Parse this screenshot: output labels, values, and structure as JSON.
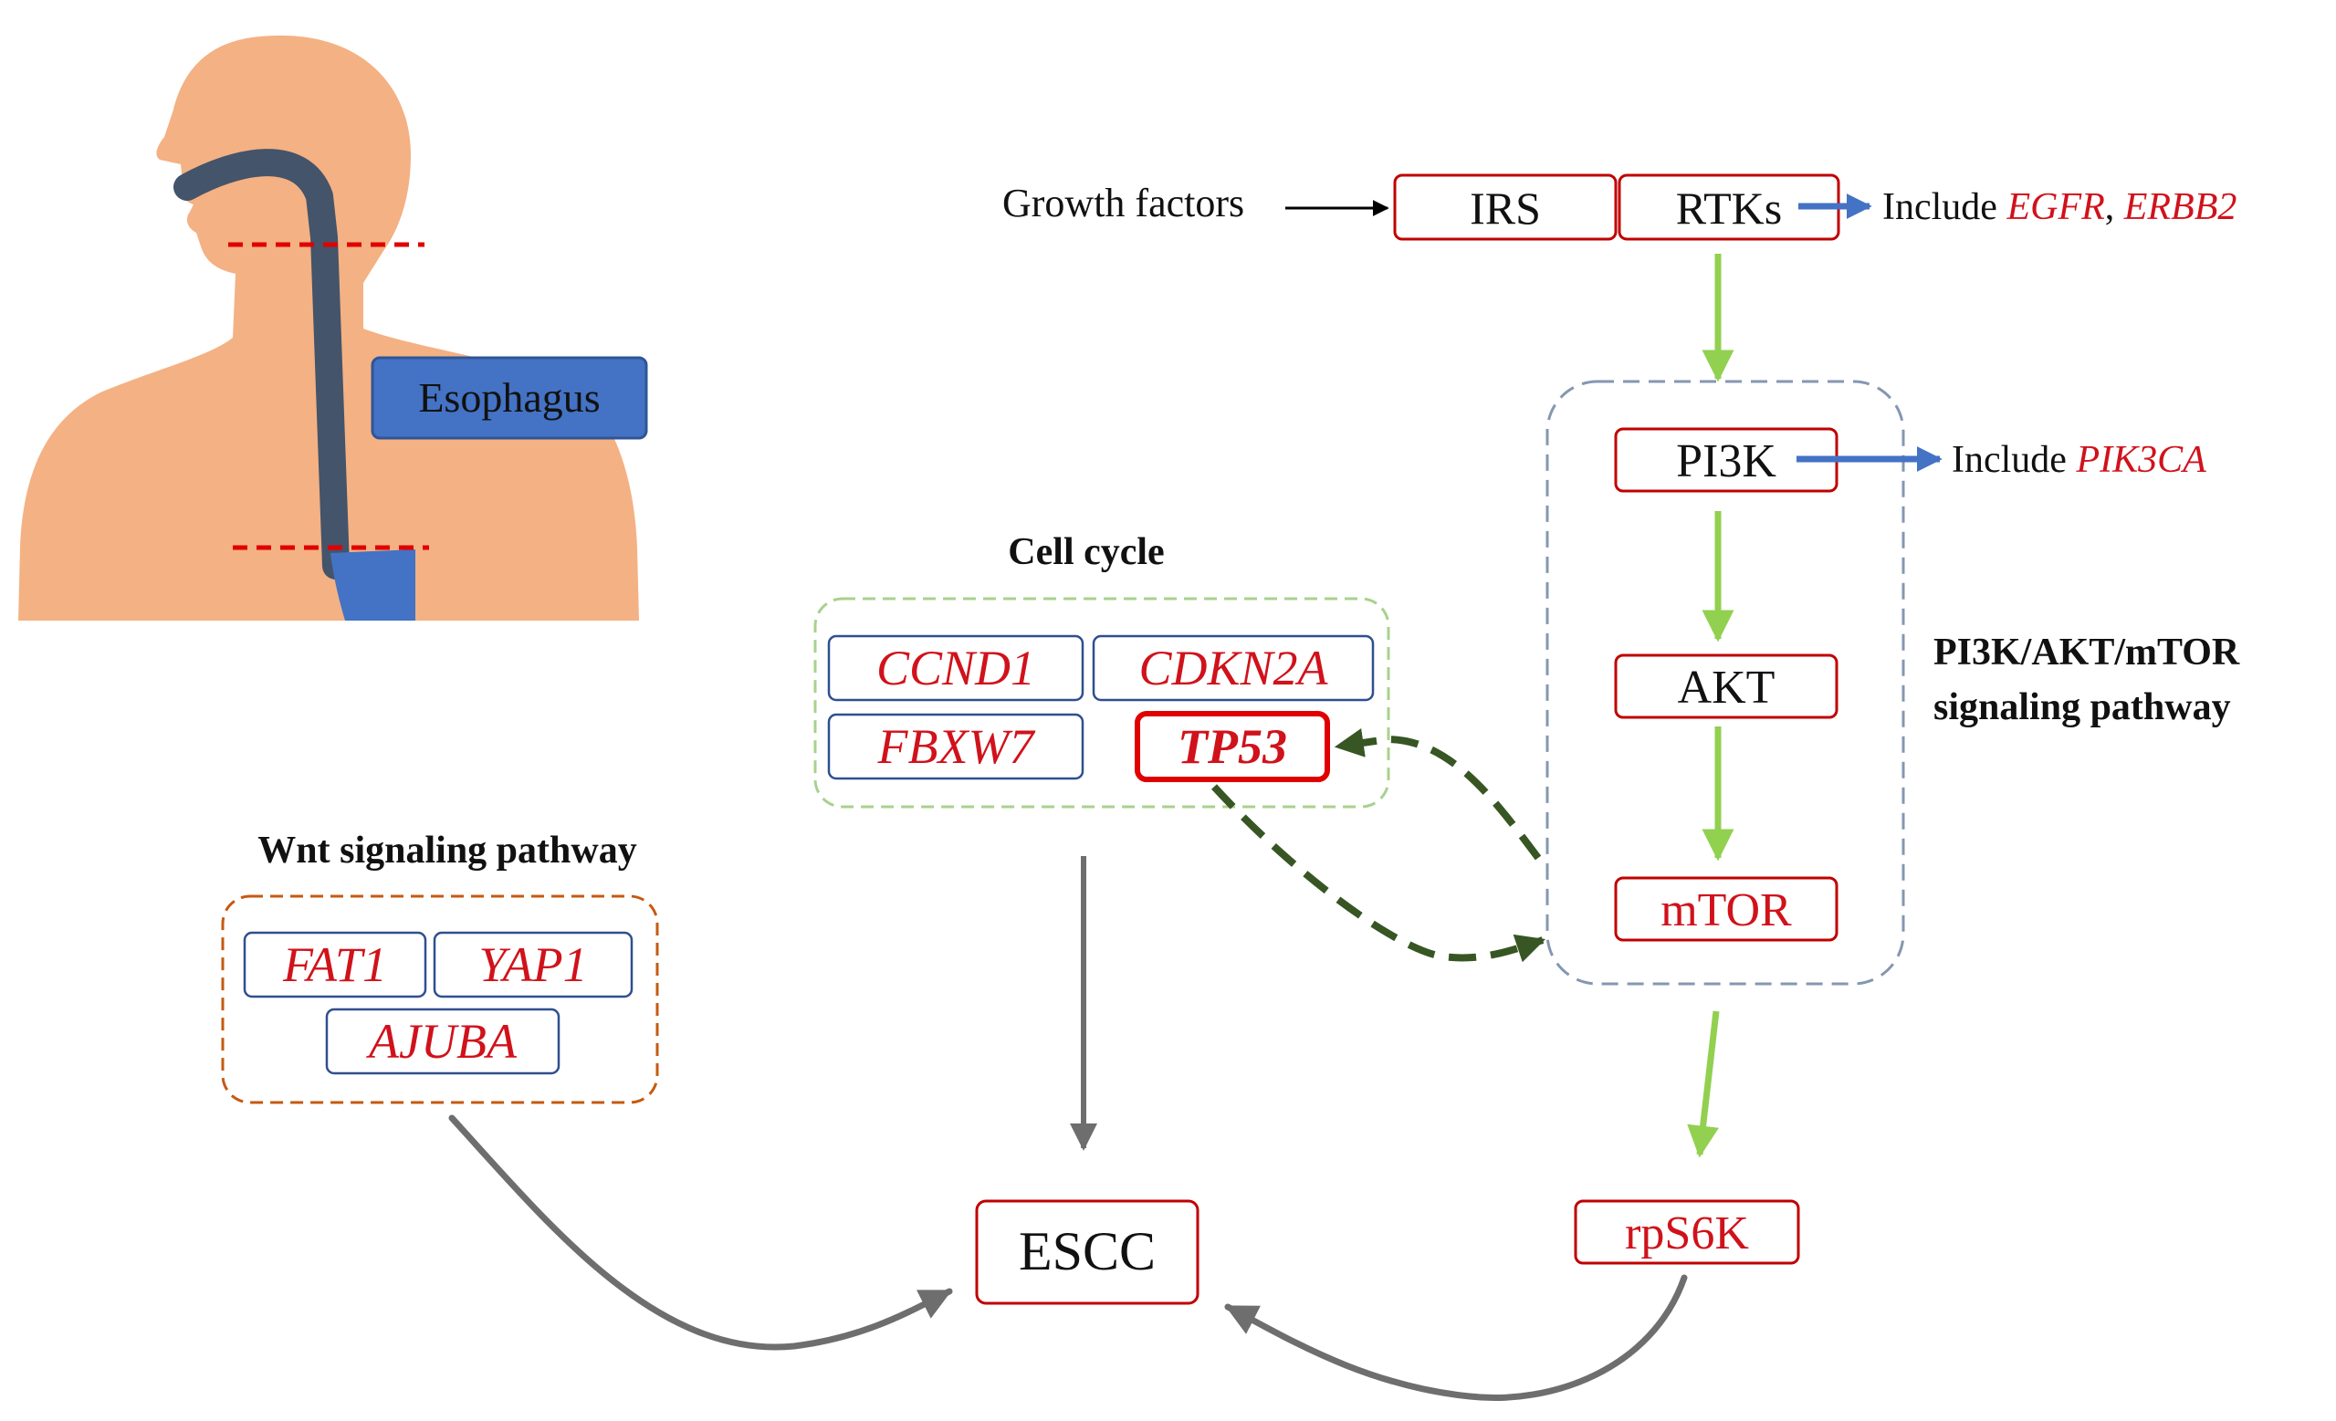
{
  "anatomy": {
    "esophagus_label": "Esophagus"
  },
  "growth_input": {
    "label": "Growth factors"
  },
  "receptors": {
    "irs": "IRS",
    "rtks": "RTKs",
    "rtks_note_prefix": "Include ",
    "rtks_note_gene1": "EGFR",
    "rtks_note_sep": ", ",
    "rtks_note_gene2": "ERBB2"
  },
  "pi3k_pathway": {
    "title_line1": "PI3K/AKT/mTOR",
    "title_line2": "signaling pathway",
    "pi3k": "PI3K",
    "pi3k_note_prefix": "Include ",
    "pi3k_note_gene": "PIK3CA",
    "akt": "AKT",
    "mtor": "mTOR",
    "rps6k": "rpS6K"
  },
  "cell_cycle": {
    "title": "Cell cycle",
    "genes": [
      "CCND1",
      "CDKN2A",
      "FBXW7",
      "TP53"
    ]
  },
  "wnt_pathway": {
    "title": "Wnt signaling pathway",
    "genes": [
      "FAT1",
      "YAP1",
      "AJUBA"
    ]
  },
  "outcome": {
    "label": "ESCC"
  },
  "colors": {
    "skin": "#f4b183",
    "esophagus_tube": "#44546a",
    "stomach_blue": "#4472c4",
    "label_box": "#4472c4",
    "gene_red": "#d0121b",
    "box_red": "#c00000",
    "box_navy": "#2f4f8f",
    "green_arrow": "#92d050",
    "blue_arrow": "#4472c4",
    "gray_arrow": "#6e6e6e",
    "dark_green_dash": "#375623",
    "cell_cycle_border": "#a9d18e",
    "wnt_border": "#c55a11",
    "pi3k_border": "#8497b0",
    "cut_line": "#e00000"
  }
}
